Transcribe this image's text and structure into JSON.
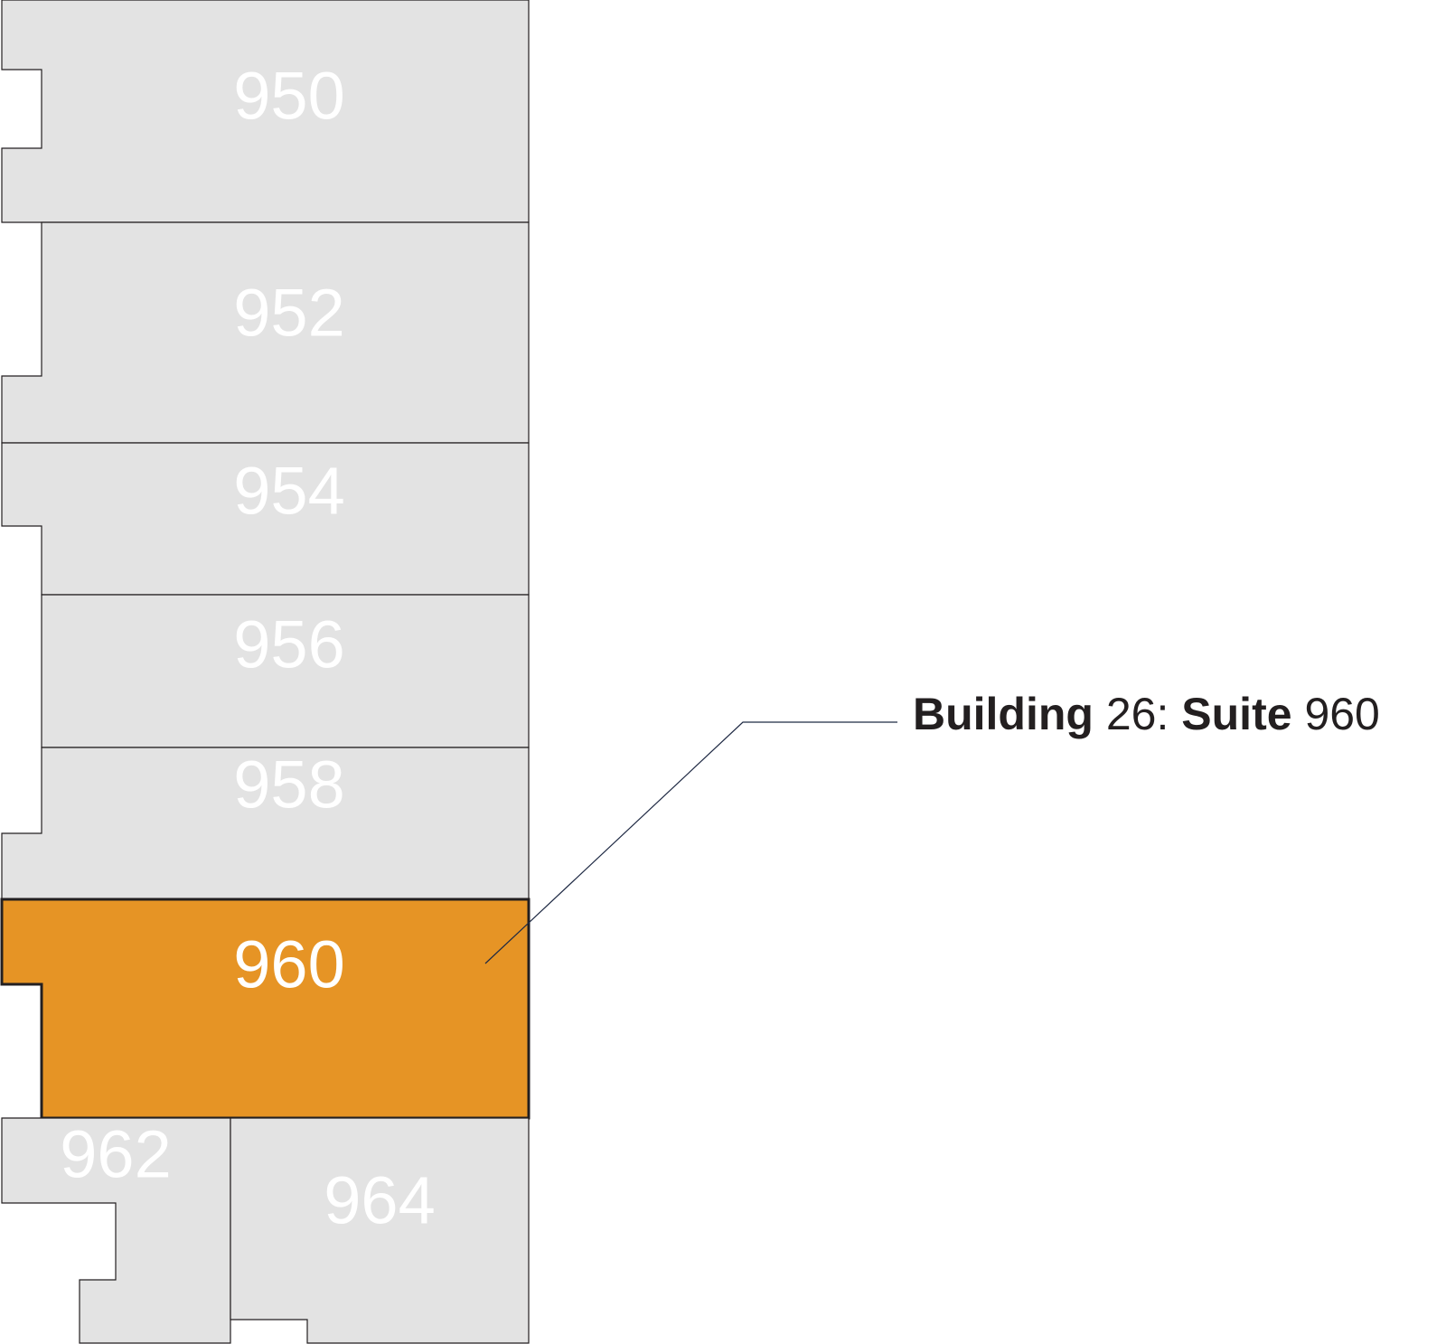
{
  "colors": {
    "suite_fill": "#e3e3e3",
    "selected_fill": "#e69425",
    "outline": "#231f20",
    "label": "#ffffff"
  },
  "suites": [
    {
      "id": "950",
      "label": "950",
      "selected": false
    },
    {
      "id": "952",
      "label": "952",
      "selected": false
    },
    {
      "id": "954",
      "label": "954",
      "selected": false
    },
    {
      "id": "956",
      "label": "956",
      "selected": false
    },
    {
      "id": "958",
      "label": "958",
      "selected": false
    },
    {
      "id": "960",
      "label": "960",
      "selected": true
    },
    {
      "id": "962",
      "label": "962",
      "selected": false
    },
    {
      "id": "964",
      "label": "964",
      "selected": false
    }
  ],
  "callout": {
    "building": "Building",
    "building_number": "26:",
    "suite_word": "Suite",
    "suite_number": "960"
  }
}
